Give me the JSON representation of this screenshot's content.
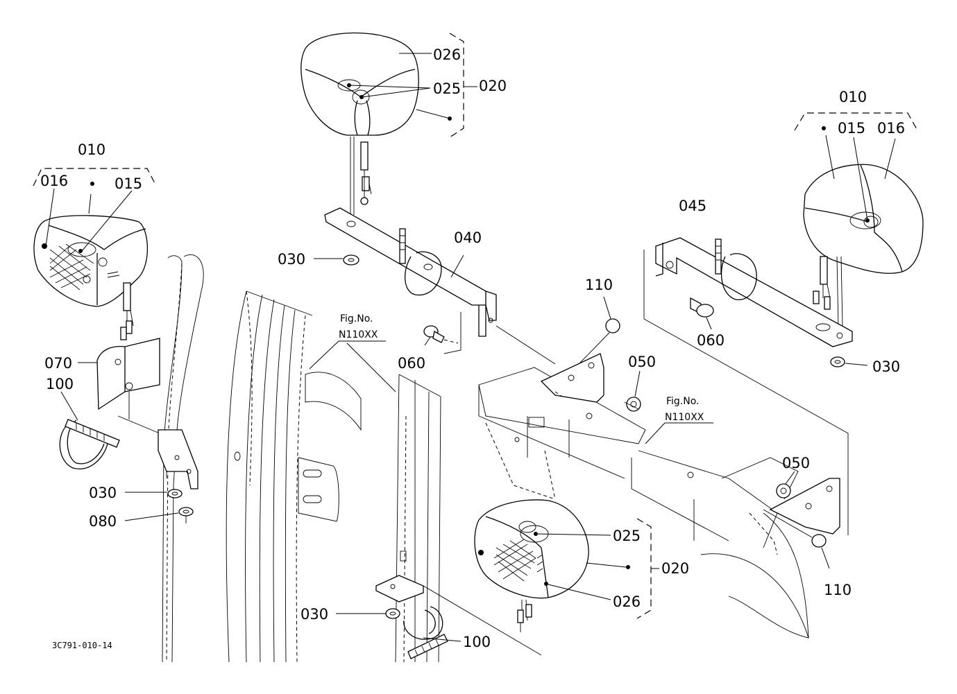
{
  "labels": {
    "lamp_upper_026": "026",
    "lamp_upper_025": "025",
    "lamp_upper_020": "020",
    "left_010": "010",
    "left_016": "016",
    "left_015": "015",
    "right_010": "010",
    "right_015": "015",
    "right_016": "016",
    "bracket_045": "045",
    "bracket_040": "040",
    "nut_030_top": "030",
    "bolt_110_top": "110",
    "bolt_060_right": "060",
    "nut_030_right": "030",
    "plate_070": "070",
    "tie_100_left": "100",
    "bolt_060_mid": "060",
    "nut_050_mid": "050",
    "nut_030_left": "030",
    "washer_080": "080",
    "nut_050_right": "050",
    "lamp_lower_025": "025",
    "lamp_lower_020": "020",
    "bolt_110_right": "110",
    "lamp_lower_026": "026",
    "nut_030_bottom": "030",
    "tie_100_bottom": "100"
  },
  "fig_refs": {
    "left": {
      "line1": "Fig.No.",
      "line2": "N110XX"
    },
    "right": {
      "line1": "Fig.No.",
      "line2": "N110XX"
    }
  },
  "drawing_code": "3C791-010-14"
}
